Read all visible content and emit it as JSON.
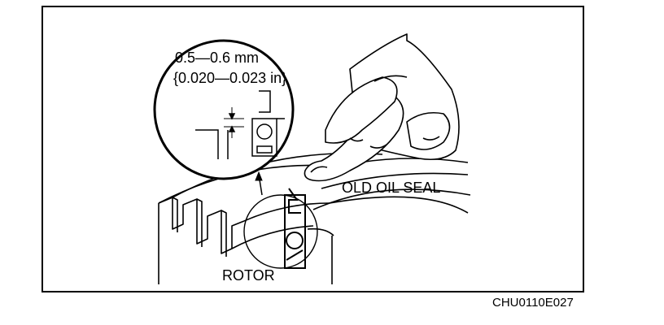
{
  "callout": {
    "dimension_mm": "0.5—0.6 mm",
    "dimension_in": "{0.020—0.023 in}"
  },
  "labels": {
    "old_oil_seal": "OLD OIL SEAL",
    "rotor": "ROTOR"
  },
  "figure_code": "CHU0110E027"
}
